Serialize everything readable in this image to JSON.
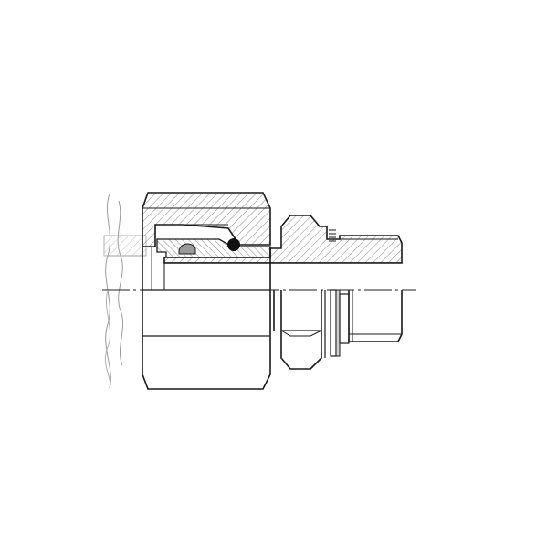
{
  "figure": {
    "subject": "fitting-cross-section",
    "colors": {
      "background": "#ffffff",
      "line": "#1a1a1a",
      "hatch": "#8a8a8a",
      "light_hatch": "#b5b5b5",
      "seal": "#111111",
      "centerline": "#222222"
    },
    "parts": [
      {
        "id": "pipe-tube",
        "icon": "tube-icon"
      },
      {
        "id": "union-nut",
        "icon": "hex-nut-icon"
      },
      {
        "id": "body-hex",
        "icon": "hex-icon"
      },
      {
        "id": "stud-end",
        "icon": "thread-icon"
      },
      {
        "id": "o-ring-seal",
        "icon": "o-ring-icon"
      },
      {
        "id": "edge-seal",
        "icon": "seal-ring-icon"
      }
    ]
  }
}
